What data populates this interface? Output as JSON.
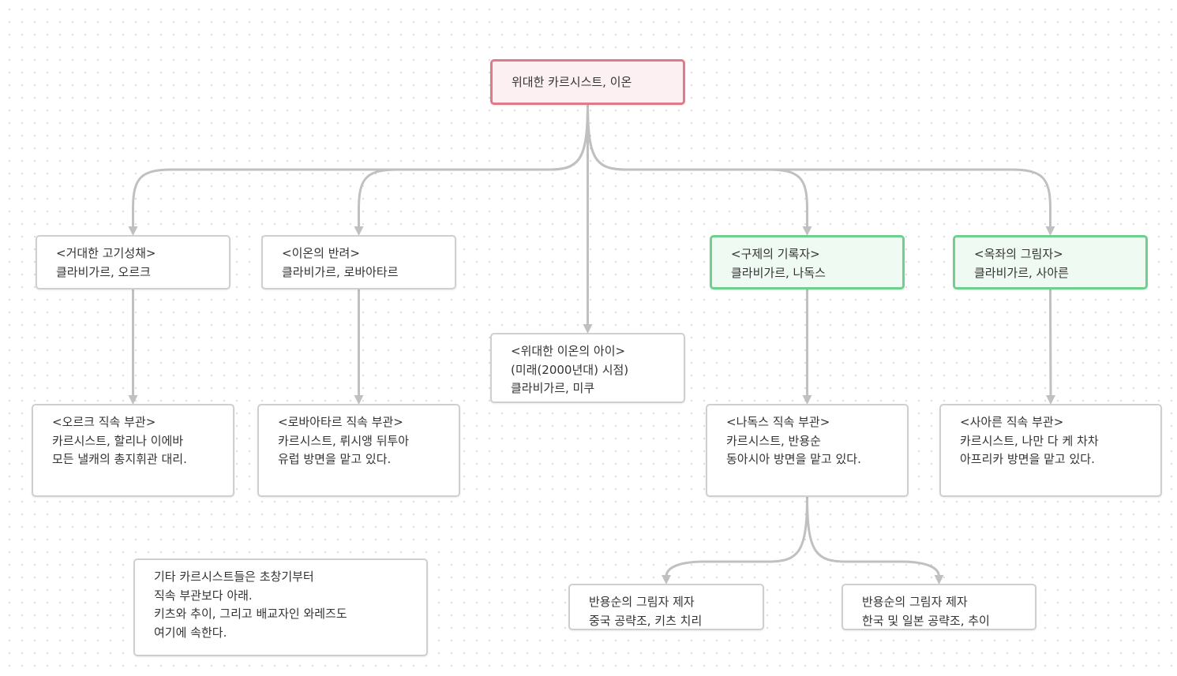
{
  "nodes": {
    "root": {
      "lines": [
        "위대한 카르시스트, 이온"
      ]
    },
    "orc": {
      "lines": [
        "<거대한 고기성채>",
        "클라비가르, 오르크"
      ]
    },
    "robaatar": {
      "lines": [
        "<이온의 반려>",
        "클라비가르, 로바아타르"
      ]
    },
    "miku": {
      "lines": [
        "<위대한 이온의 아이>",
        "(미래(2000년대) 시점)",
        "클라비가르, 미쿠"
      ]
    },
    "naddox": {
      "lines": [
        "<구제의 기록자>",
        "클라비가르, 나독스"
      ]
    },
    "sarn": {
      "lines": [
        "<옥좌의 그림자>",
        "클라비가르, 사아른"
      ]
    },
    "orc_vice": {
      "lines": [
        "<오르크 직속 부관>",
        "카르시스트, 할리나 이에바",
        "모든 낼캐의 총지휘관 대리."
      ]
    },
    "robaatar_vice": {
      "lines": [
        "<로바아타르 직속 부관>",
        "카르시스트, 뤼시앵 뒤투아",
        "유럽 방면을 맡고 있다."
      ]
    },
    "naddox_vice": {
      "lines": [
        "<나독스 직속 부관>",
        "카르시스트, 반용순",
        "동아시아 방면을 맡고 있다."
      ]
    },
    "sarn_vice": {
      "lines": [
        "<사아른 직속 부관>",
        "카르시스트, 나만 다 케 차차",
        "아프리카 방면을 맡고 있다."
      ]
    },
    "shadow_china": {
      "lines": [
        "반용순의 그림자 제자",
        "중국 공략조, 키츠 치리"
      ]
    },
    "shadow_korea": {
      "lines": [
        "반용순의 그림자 제자",
        "한국 및 일본 공략조, 추이"
      ]
    },
    "note": {
      "lines": [
        "기타 카르시스트들은 초창기부터",
        "직속 부관보다 아래.",
        "키츠와 추이, 그리고 배교자인 와레즈도",
        "여기에 속한다."
      ]
    }
  },
  "edges": [
    [
      "root",
      "orc"
    ],
    [
      "root",
      "robaatar"
    ],
    [
      "root",
      "miku"
    ],
    [
      "root",
      "naddox"
    ],
    [
      "root",
      "sarn"
    ],
    [
      "orc",
      "orc_vice"
    ],
    [
      "robaatar",
      "robaatar_vice"
    ],
    [
      "naddox",
      "naddox_vice"
    ],
    [
      "sarn",
      "sarn_vice"
    ],
    [
      "naddox_vice",
      "shadow_china"
    ],
    [
      "naddox_vice",
      "shadow_korea"
    ]
  ],
  "colors": {
    "edge": "#c0c0c0",
    "root_border": "#e07a88",
    "root_fill": "#fdf0f2",
    "group_border": "#6fcf8e",
    "group_fill": "#effaf2",
    "node_border": "#cfcfcf"
  }
}
